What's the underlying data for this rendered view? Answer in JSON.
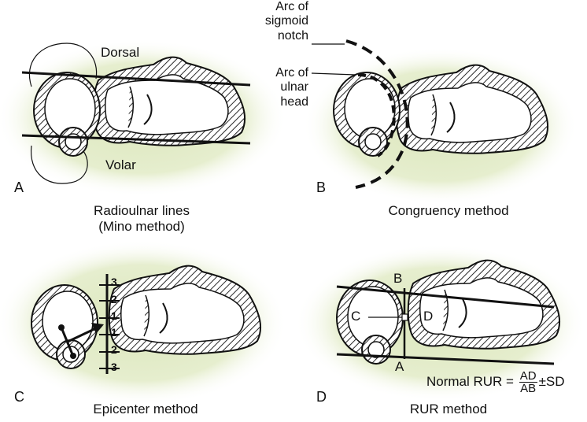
{
  "panels": {
    "a": {
      "letter": "A",
      "label_dorsal": "Dorsal",
      "label_volar": "Volar",
      "caption_line1": "Radioulnar lines",
      "caption_line2": "(Mino method)"
    },
    "b": {
      "letter": "B",
      "arc_sigmoid": [
        "Arc of",
        "sigmoid",
        "notch"
      ],
      "arc_ulnar": [
        "Arc of",
        "ulnar",
        "head"
      ],
      "caption": "Congruency method"
    },
    "c": {
      "letter": "C",
      "ticks": [
        "3",
        "2",
        "1",
        "1",
        "2",
        "3"
      ],
      "caption": "Epicenter method"
    },
    "d": {
      "letter": "D",
      "point_a": "A",
      "point_b": "B",
      "point_c": "C",
      "point_d": "D",
      "formula_prefix": "Normal RUR =",
      "formula_numerator": "AD",
      "formula_denominator": "AB",
      "formula_suffix": "±SD",
      "caption": "RUR method"
    }
  },
  "colors": {
    "background_glow": "#dfe9c3",
    "ink": "#111111",
    "paper": "#ffffff"
  }
}
